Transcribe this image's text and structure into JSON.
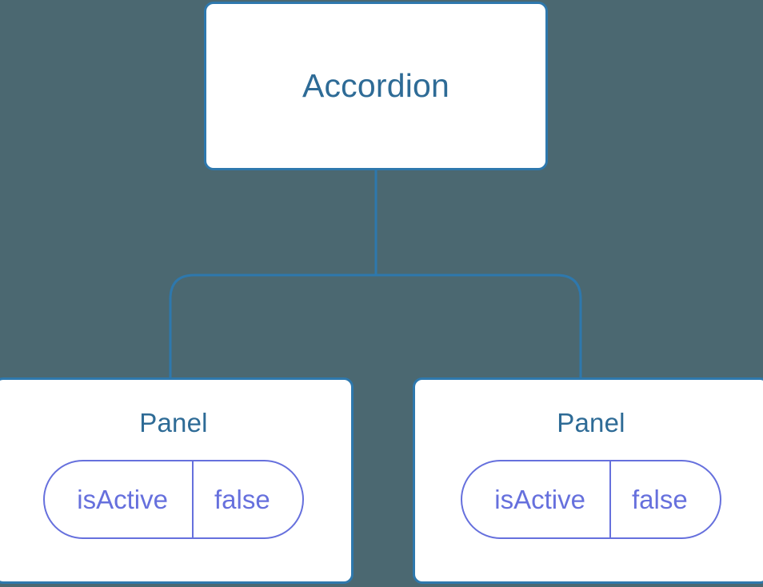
{
  "canvas": {
    "background_color": "#4b6871",
    "connector_color": "#2e78ad",
    "node_border_color": "#2e78ad",
    "node_background_color": "#ffffff",
    "title_color": "#2e6b96",
    "pill_color": "#6670dd"
  },
  "tree": {
    "root": {
      "title": "Accordion"
    },
    "children": [
      {
        "title": "Panel",
        "props": [
          {
            "key": "isActive",
            "value": "false"
          }
        ]
      },
      {
        "title": "Panel",
        "props": [
          {
            "key": "isActive",
            "value": "false"
          }
        ]
      }
    ]
  }
}
